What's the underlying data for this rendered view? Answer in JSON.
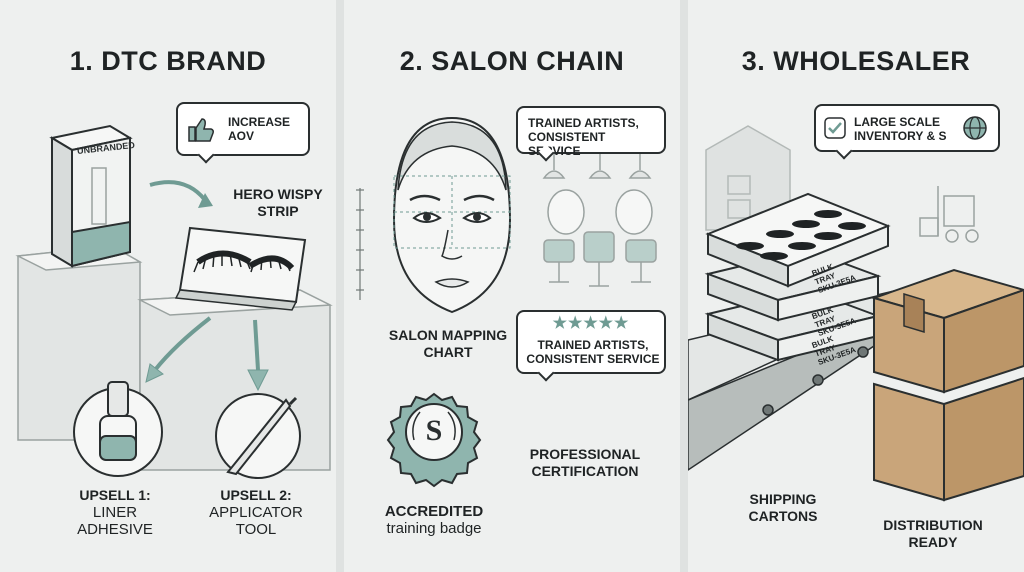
{
  "panels": [
    {
      "title": "1. DTC BRAND",
      "box_text": "UNBRANDED",
      "bubble": "INCREASE AOV",
      "hero_label": "HERO WISPY STRIP",
      "upsell1_title": "UPSELL 1:",
      "upsell1_line1": "LINER",
      "upsell1_line2": "ADHESIVE",
      "upsell2_title": "UPSELL 2:",
      "upsell2_line1": "APPLICATOR",
      "upsell2_line2": "TOOL"
    },
    {
      "title": "2. SALON CHAIN",
      "bubble_top": "TRAINED ARTISTS, CONSISTENT SERVICE",
      "mapping_label": "SALON MAPPING CHART",
      "bubble_bottom": "TRAINED ARTISTS, CONSISTENT SERVICE",
      "badge_letter": "S",
      "cert_label": "PROFESSIONAL CERTIFICATION",
      "badge_title": "ACCREDITED",
      "badge_sub": "training badge"
    },
    {
      "title": "3. WHOLESALER",
      "bubble": "LARGE SCALE INVENTORY & S",
      "tray_label": "BULK TRAY",
      "tray_sku": "SKU-3E5A",
      "shipping_label": "SHIPPING CARTONS",
      "distribution_label": "DISTRIBUTION READY"
    }
  ],
  "colors": {
    "accent": "#8fb5ae",
    "accent_dark": "#6f9b93",
    "line": "#2a2f30",
    "carton": "#c9a57a"
  }
}
